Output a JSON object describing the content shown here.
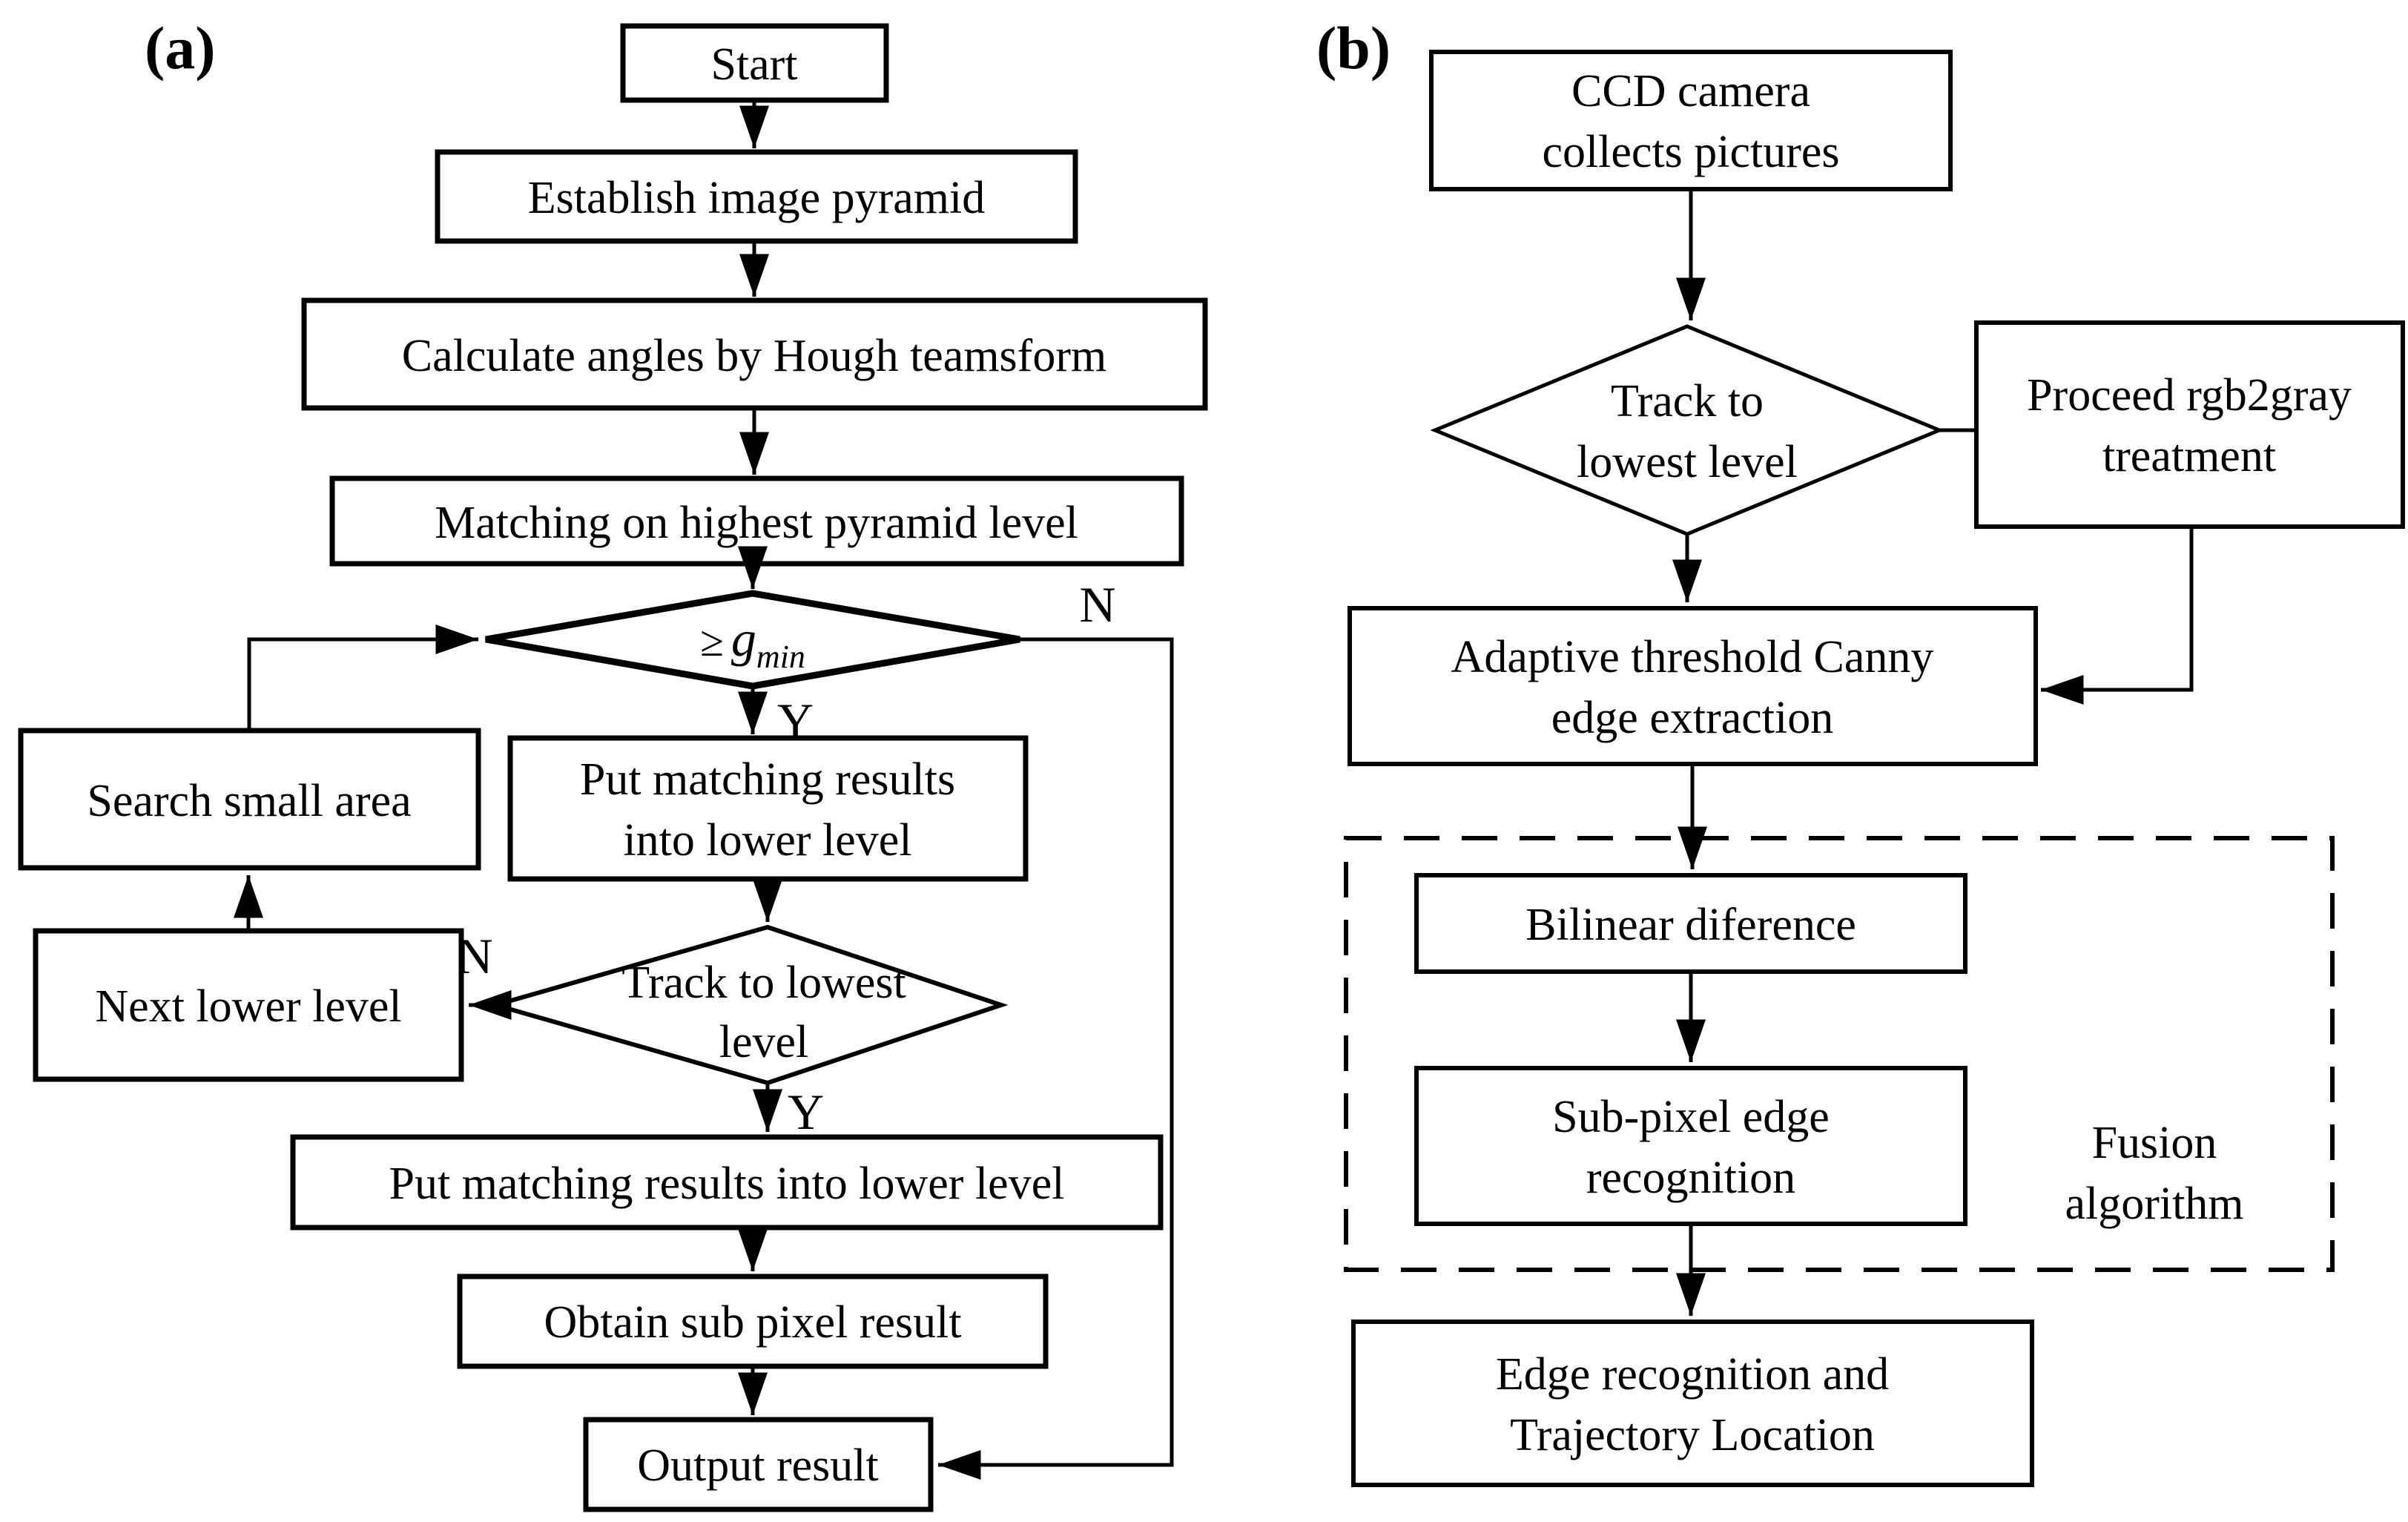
{
  "colors": {
    "ink": "#000000",
    "paper": "#ffffff"
  },
  "panel_a": {
    "label": "(a)",
    "nodes": {
      "start": {
        "label": "Start"
      },
      "establish": {
        "label": "Establish image pyramid"
      },
      "calculate": {
        "label": "Calculate angles by Hough teamsform"
      },
      "matching": {
        "label": "Matching on highest pyramid level"
      },
      "gmin_condition": {
        "symbol": "≥",
        "variable": "g",
        "subscript": "min"
      },
      "put_into_lower": {
        "lines": [
          "Put matching results",
          "into lower level"
        ]
      },
      "search_small_area": {
        "label": "Search small area"
      },
      "next_lower_level": {
        "label": "Next lower level"
      },
      "track_lowest": {
        "lines": [
          "Track to lowest",
          "level"
        ]
      },
      "put_into_lower_single": {
        "label": "Put matching results into lower level"
      },
      "obtain_subpixel": {
        "label": "Obtain sub pixel result"
      },
      "output_result": {
        "label": "Output result"
      }
    },
    "edge_labels": {
      "gmin_no": "N",
      "gmin_yes": "Y",
      "track_no": "N",
      "track_yes": "Y"
    }
  },
  "panel_b": {
    "label": "(b)",
    "nodes": {
      "ccd_camera": {
        "lines": [
          "CCD camera",
          "collects pictures"
        ]
      },
      "track_lowest": {
        "lines": [
          "Track to",
          "lowest level"
        ]
      },
      "rgb2gray": {
        "lines": [
          "Proceed rgb2gray",
          "treatment"
        ]
      },
      "canny": {
        "lines": [
          "Adaptive threshold Canny",
          "edge extraction"
        ]
      },
      "bilinear": {
        "label": "Bilinear diference"
      },
      "subpixel": {
        "lines": [
          "Sub-pixel edge",
          "recognition"
        ]
      },
      "fusion_group": {
        "lines": [
          "Fusion",
          "algorithm"
        ]
      },
      "edge_trajectory": {
        "lines": [
          "Edge recognition and",
          "Trajectory Location"
        ]
      }
    }
  }
}
